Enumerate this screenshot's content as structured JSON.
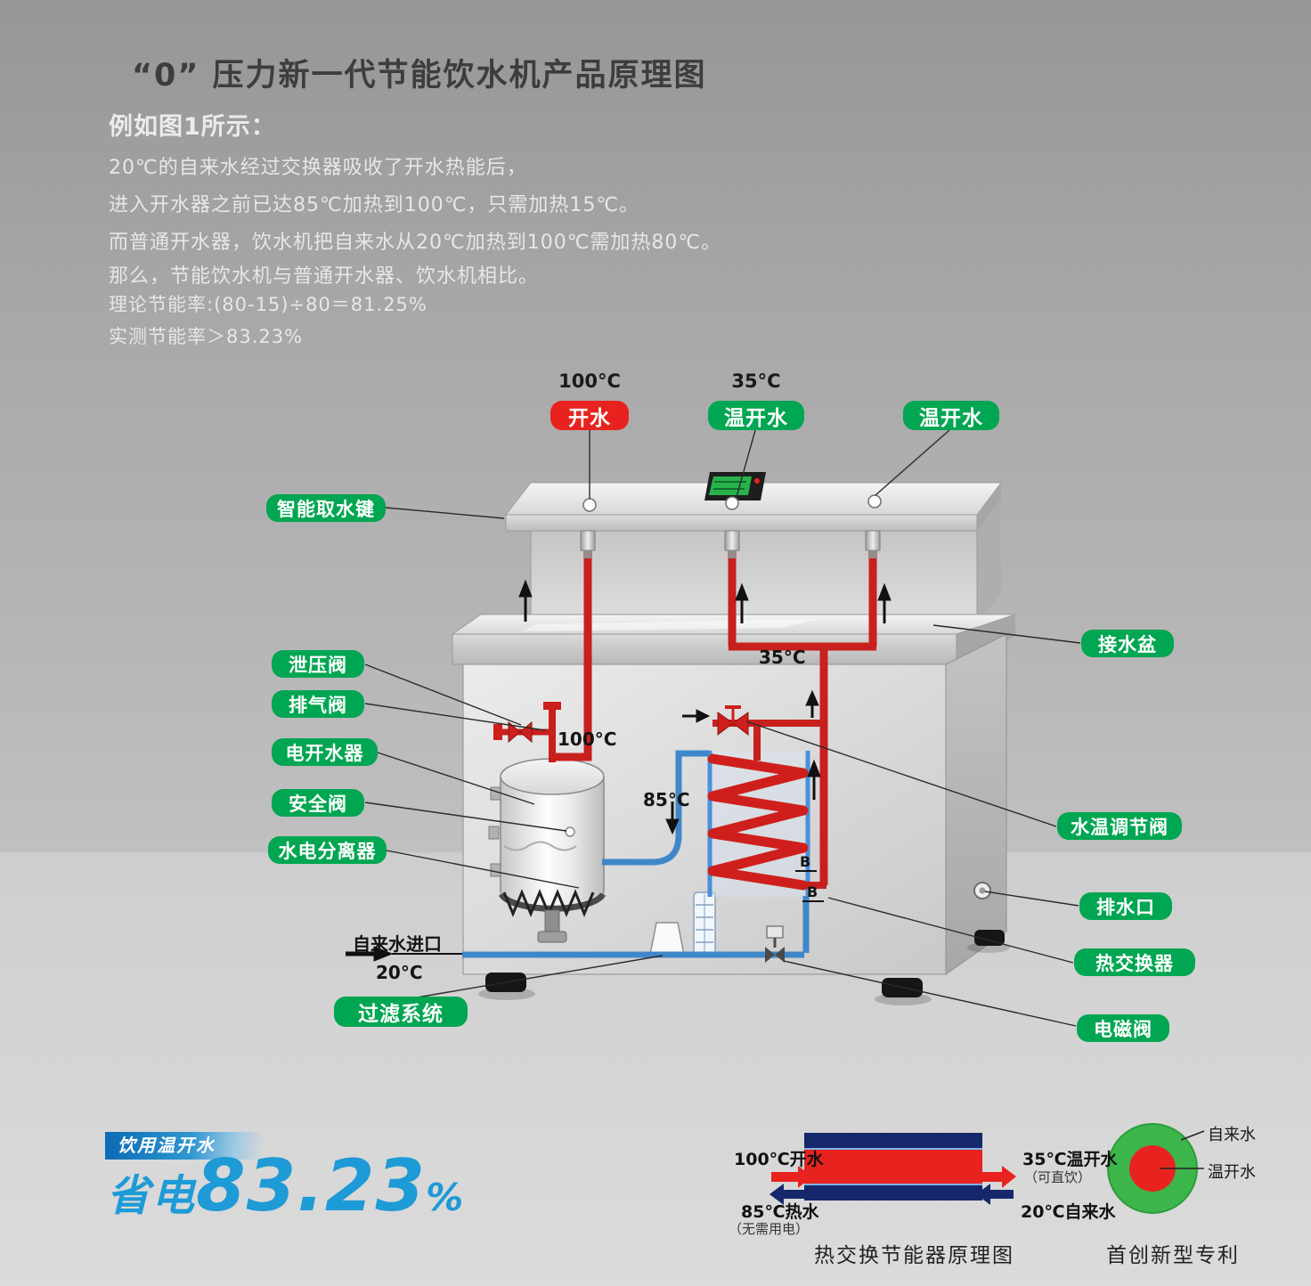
{
  "header": {
    "title": "“0” 压力新一代节能饮水机产品原理图",
    "subtitle": "例如图1所示：",
    "lines": [
      "20℃的自来水经过交换器吸收了开水热能后，",
      "进入开水器之前已达85℃加热到100℃，只需加热15℃。",
      "而普通开水器，饮水机把自来水从20℃加热到100℃需加热80℃。",
      "那么，节能饮水机与普通开水器、饮水机相比。",
      "理论节能率:(80-15)÷80＝81.25%",
      "实测节能率＞83.23%"
    ]
  },
  "outlets": {
    "temp_left": "100°C",
    "temp_mid": "35°C",
    "badge_left": "开水",
    "badge_mid": "温开水",
    "badge_right": "温开水"
  },
  "labels": {
    "smart_key": "智能取水键",
    "relief_valve": "泄压阀",
    "exhaust_valve": "排气阀",
    "boiler": "电开水器",
    "safety_valve": "安全阀",
    "separator": "水电分离器",
    "filter": "过滤系统",
    "basin": "接水盆",
    "temp_adjust_valve": "水温调节阀",
    "drain": "排水口",
    "heat_exchanger": "热交换器",
    "solenoid_valve": "电磁阀"
  },
  "annotations": {
    "inlet": "自来水进口",
    "inlet_temp": "20°C",
    "boiler_temp": "100°C",
    "preheat_temp": "85°C",
    "warm_temp": "35°C",
    "section_b1": "B",
    "section_b2": "B"
  },
  "promo": {
    "banner": "饮用温开水",
    "prefix": "省电",
    "number": "83.23",
    "percent": "%"
  },
  "exchanger": {
    "in_hot": "100℃开水",
    "out_warm": "35℃温开水",
    "out_warm_note": "（可直饮）",
    "out_preheat": "85℃热水",
    "out_preheat_note": "（无需用电）",
    "in_cold": "20℃自来水",
    "caption": "热交换节能器原理图"
  },
  "patent": {
    "outer_label": "自来水",
    "inner_label": "温开水",
    "caption": "首创新型专利"
  },
  "colors": {
    "green": "#00a651",
    "red": "#e8231f",
    "pipe_red": "#c8201d",
    "pipe_blue": "#3f87c9",
    "navy": "#15286b",
    "promo_blue": "#1e9ad6"
  }
}
